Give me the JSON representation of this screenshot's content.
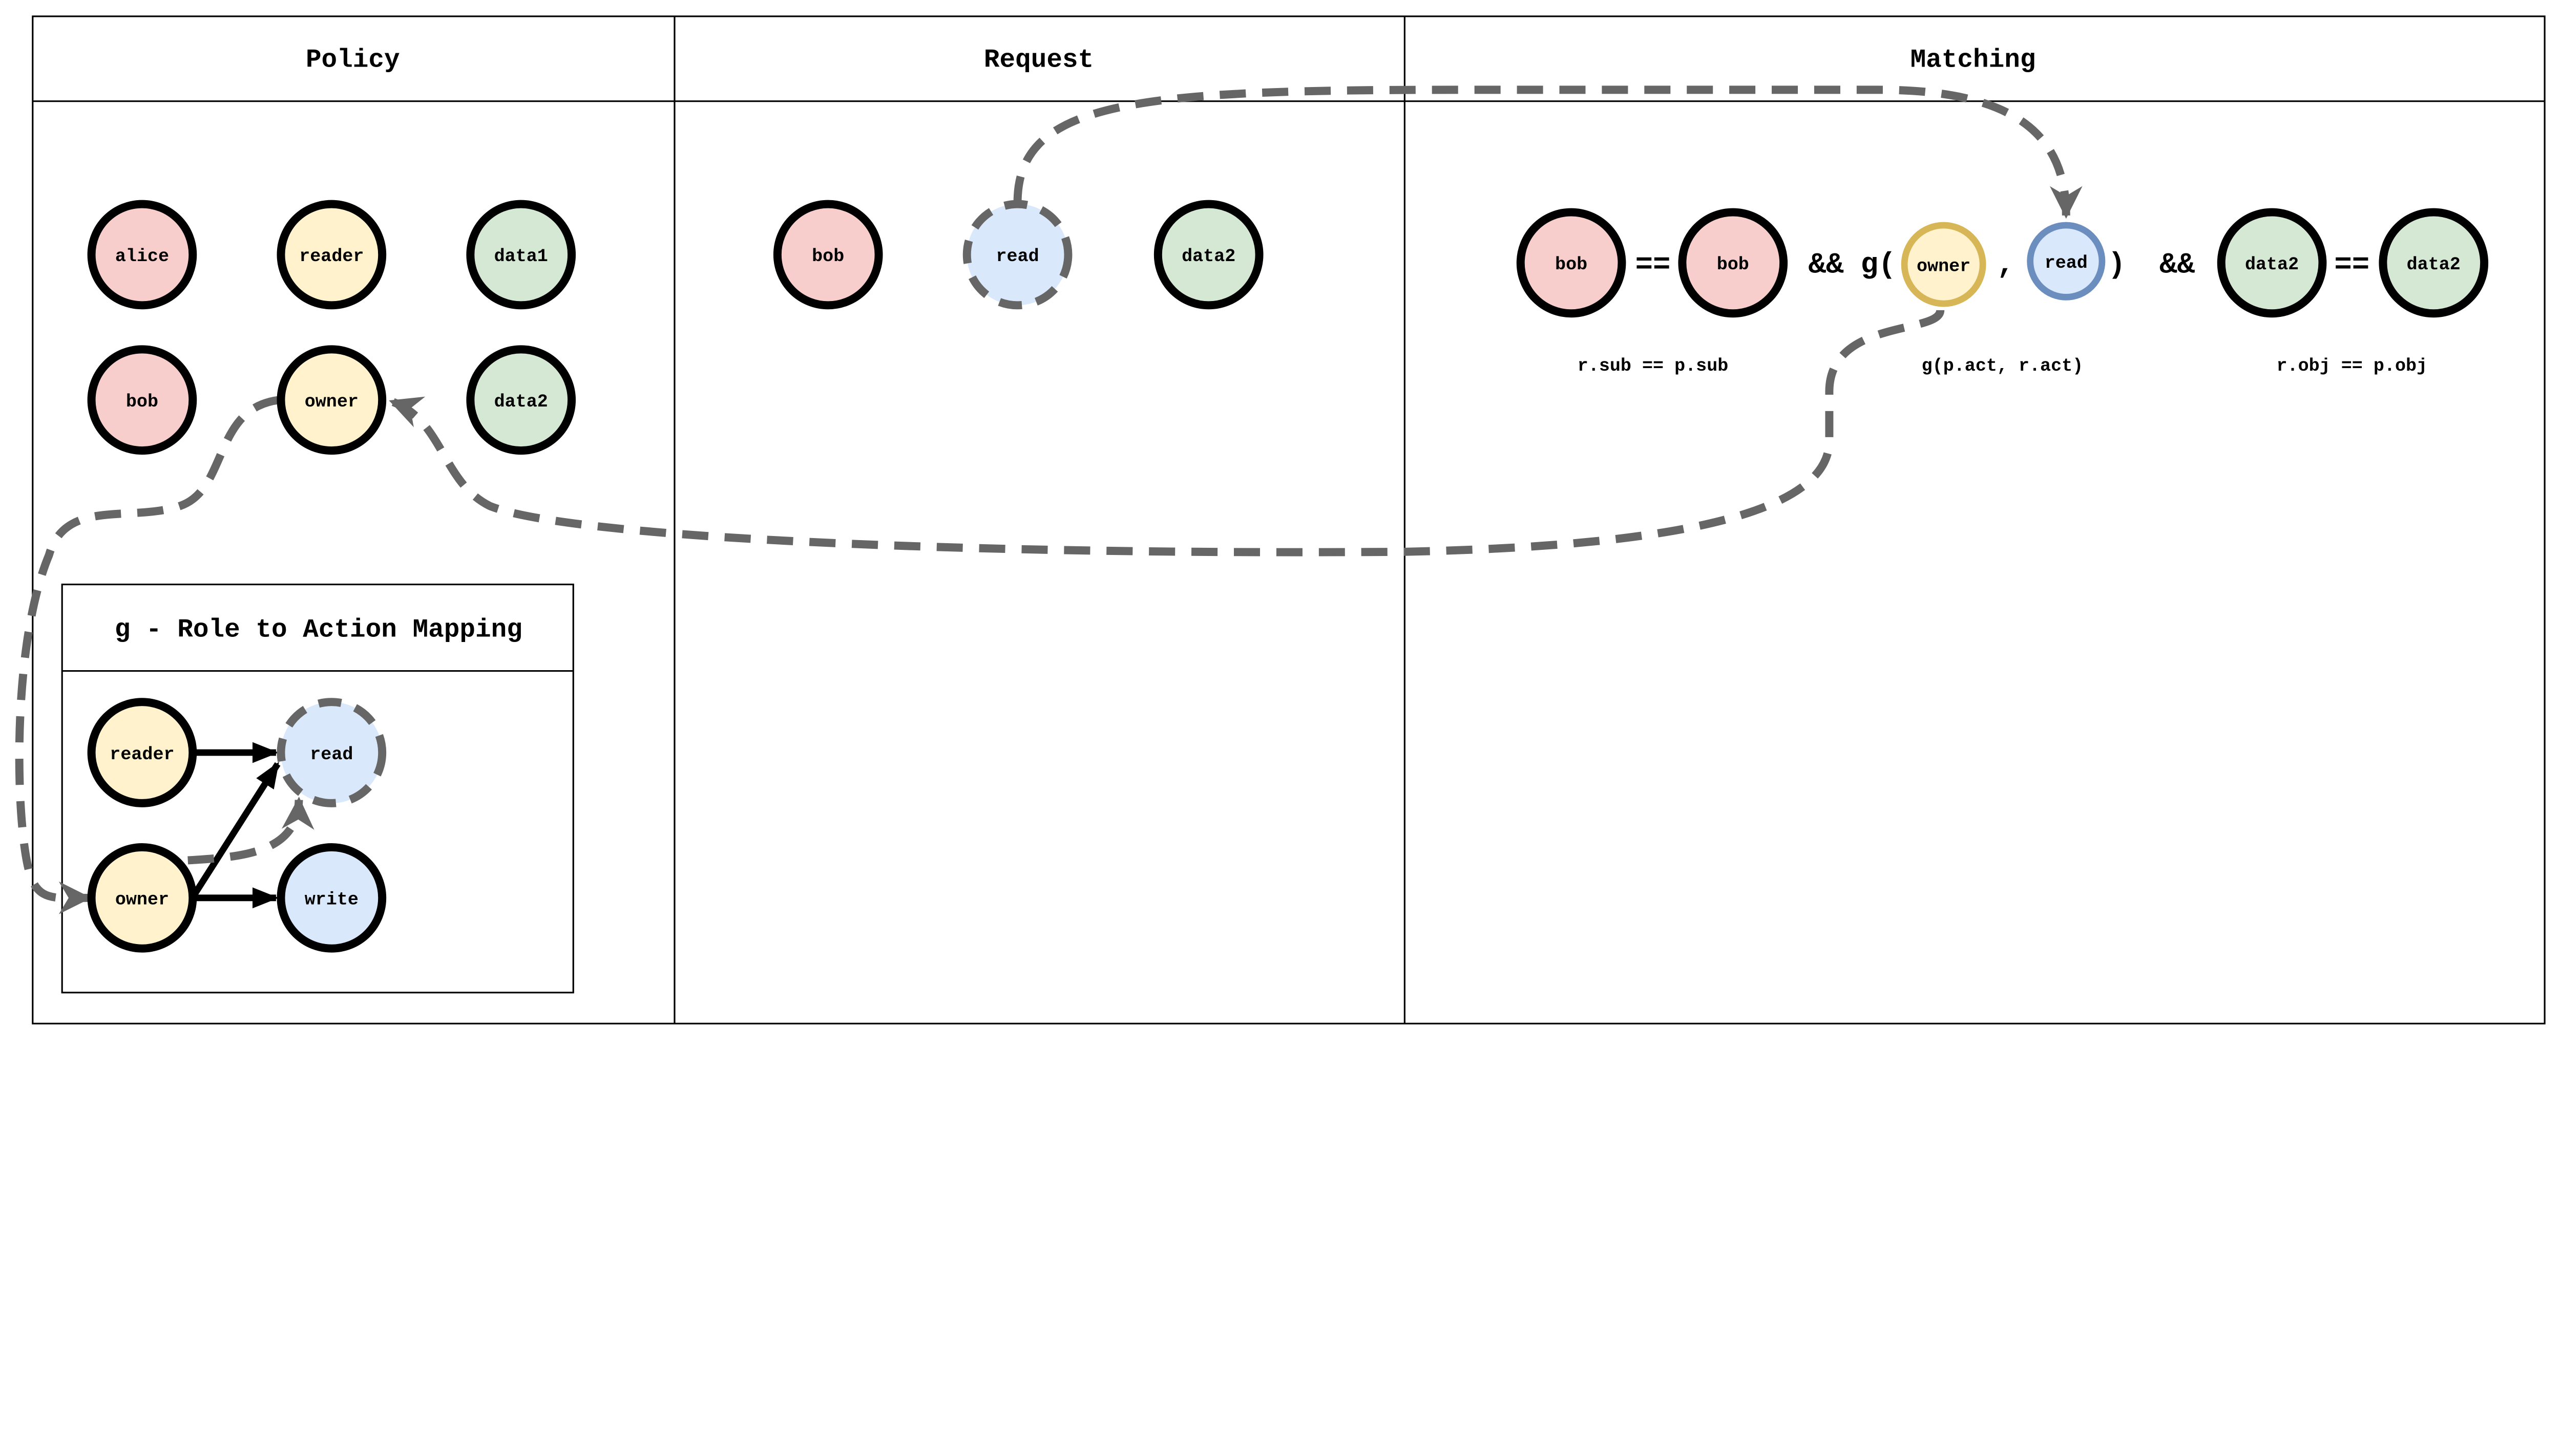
{
  "columns": {
    "policy": "Policy",
    "request": "Request",
    "matching": "Matching"
  },
  "colors": {
    "subject": "#f8cecc",
    "role": "#fff2cc",
    "object": "#d5e8d4",
    "action": "#dae8fc",
    "edge_dashed": "#666666",
    "role_highlight": "#d6b656",
    "action_highlight": "#6c8ebf"
  },
  "policy": {
    "nodes": [
      {
        "label": "alice",
        "kind": "subject"
      },
      {
        "label": "reader",
        "kind": "role"
      },
      {
        "label": "data1",
        "kind": "object"
      },
      {
        "label": "bob",
        "kind": "subject"
      },
      {
        "label": "owner",
        "kind": "role"
      },
      {
        "label": "data2",
        "kind": "object"
      }
    ]
  },
  "request": {
    "nodes": [
      {
        "label": "bob",
        "kind": "subject"
      },
      {
        "label": "read",
        "kind": "action"
      },
      {
        "label": "data2",
        "kind": "object"
      }
    ]
  },
  "matching": {
    "nodes": [
      "bob",
      "bob",
      "owner",
      "read",
      "data2",
      "data2"
    ],
    "ops": {
      "eq1": "==",
      "and1": "&&",
      "g_open": "g(",
      "comma": ",",
      "close": ")",
      "and2": "&&",
      "eq2": "=="
    },
    "captions": [
      "r.sub == p.sub",
      "g(p.act, r.act)",
      "r.obj == p.obj"
    ]
  },
  "mapping": {
    "title": "g - Role to Action Mapping",
    "nodes": [
      "reader",
      "read",
      "owner",
      "write"
    ]
  }
}
